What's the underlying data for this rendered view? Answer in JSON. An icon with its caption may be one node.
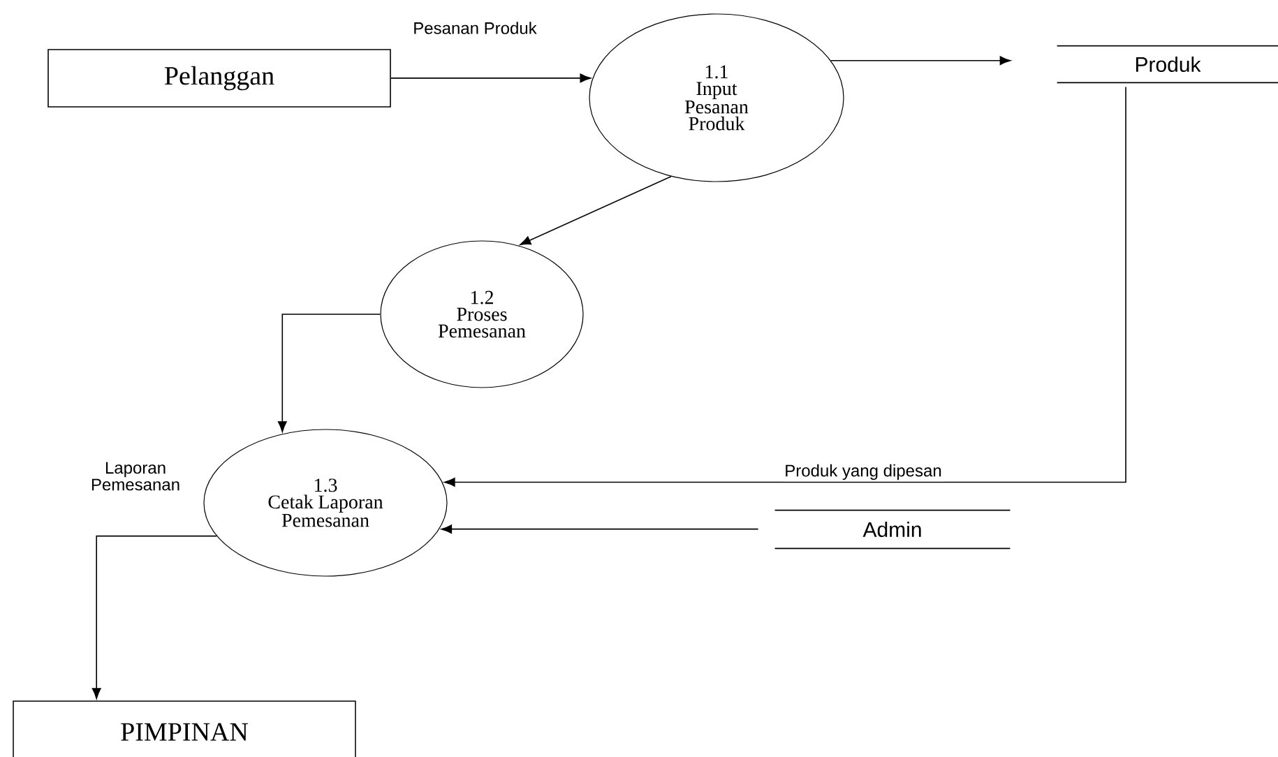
{
  "diagram": {
    "nodes": [
      {
        "text": [
          "Pelanggan"
        ]
      },
      {
        "text": [
          "1.1",
          "Input Pesanan Produk"
        ]
      },
      {
        "text": [
          "Produk"
        ]
      },
      {
        "text": [
          "1.2",
          "Proses Pemesanan"
        ]
      },
      {
        "text": [
          "1.3",
          "Cetak Laporan Pemesanan"
        ]
      },
      {
        "text": [
          "Admin"
        ]
      },
      {
        "text": [
          "PIMPINAN"
        ]
      }
    ],
    "edges": [
      {
        "from": 0,
        "to": 1,
        "arrow": "to",
        "label": "Pesanan Produk"
      },
      {
        "from": 1,
        "to": 2,
        "arrow": "to"
      },
      {
        "from": 1,
        "to": 3,
        "arrow": "to"
      },
      {
        "from": 3,
        "to": 4,
        "arrow": "to"
      },
      {
        "from": 2,
        "to": 4,
        "arrow": "to",
        "label": "Produk yang dipesan"
      },
      {
        "from": 5,
        "to": 4,
        "arrow": "to"
      },
      {
        "from": 4,
        "to": 6,
        "arrow": "to",
        "label": "Laporan Pemesanan"
      }
    ]
  }
}
